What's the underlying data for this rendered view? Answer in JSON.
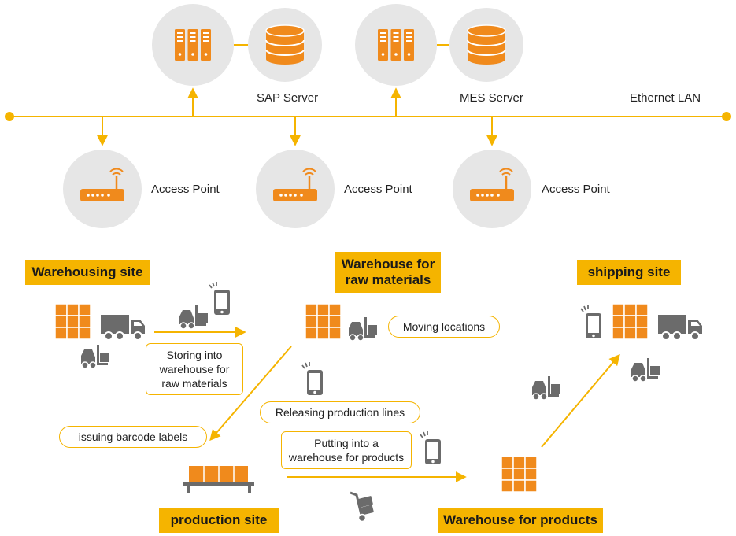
{
  "network": {
    "sap_server_label": "SAP Server",
    "mes_server_label": "MES Server",
    "lan_label": "Ethernet LAN",
    "access_points": [
      {
        "label": "Access Point"
      },
      {
        "label": "Access Point"
      },
      {
        "label": "Access Point"
      }
    ]
  },
  "sites": {
    "warehousing": "Warehousing site",
    "raw_warehouse_line1": "Warehouse for",
    "raw_warehouse_line2": "raw materials",
    "shipping": "shipping site",
    "production": "production site",
    "products_warehouse": "Warehouse for products"
  },
  "steps": {
    "storing_line1": "Storing into",
    "storing_line2": "warehouse for",
    "storing_line3": "raw materials",
    "moving_locations": "Moving locations",
    "releasing": "Releasing production lines",
    "issuing": "issuing barcode labels",
    "putting_line1": "Putting into a",
    "putting_line2": "warehouse for products"
  },
  "colors": {
    "accent": "#f5b400",
    "icon_orange": "#f08a1c",
    "circle_bg": "#e6e6e6",
    "icon_gray": "#6b6b6b"
  }
}
